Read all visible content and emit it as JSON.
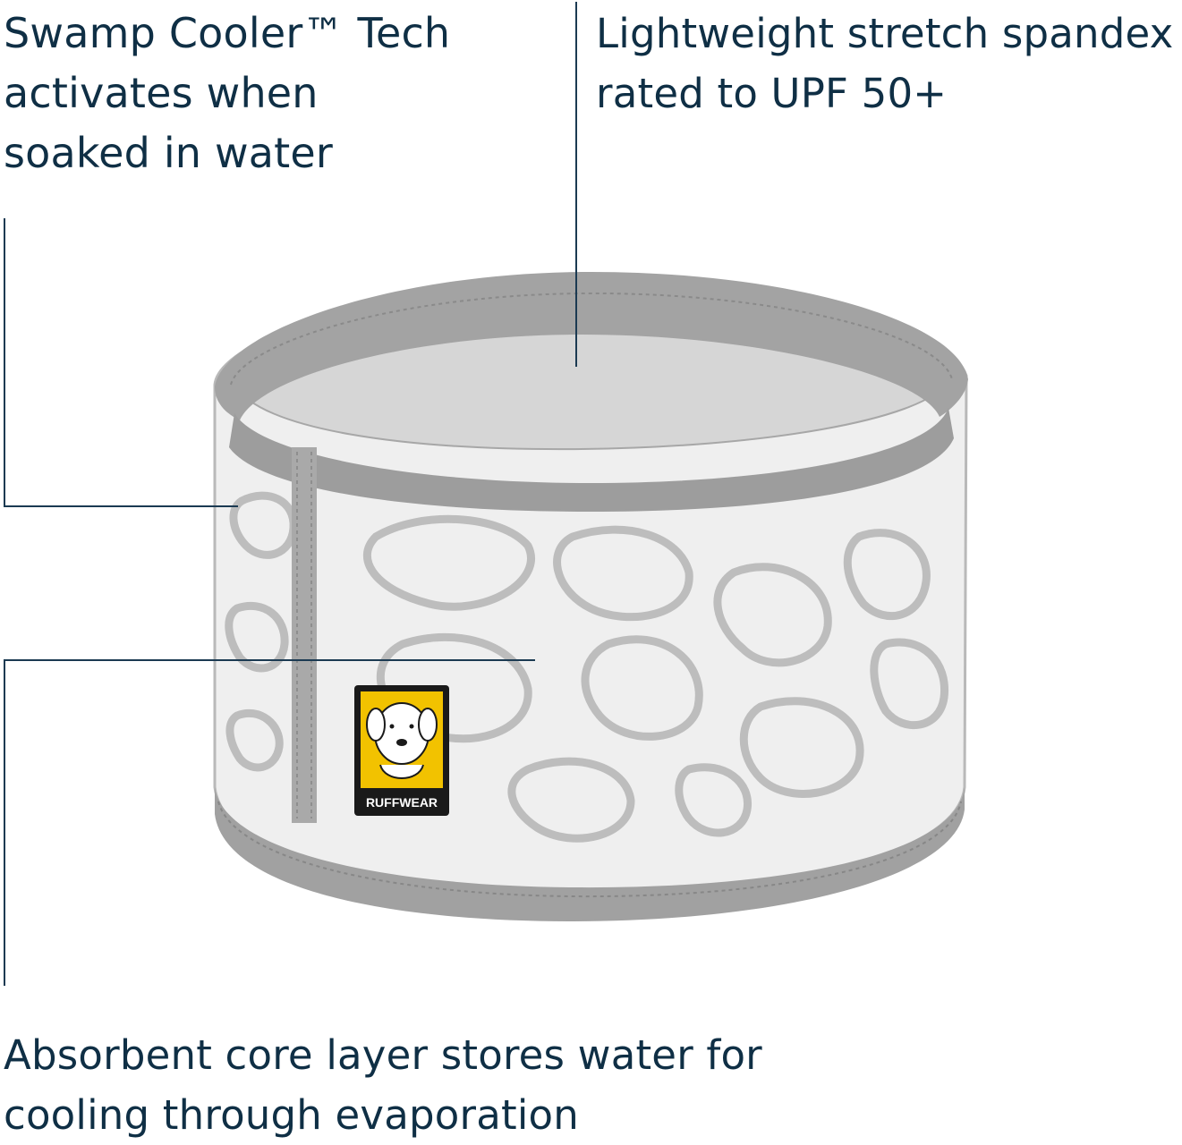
{
  "callouts": {
    "swamp_cooler": {
      "lines": [
        "Swamp Cooler™ Tech",
        "activates when",
        "soaked in water"
      ]
    },
    "spandex": {
      "lines": [
        "Lightweight stretch spandex",
        "rated to UPF 50+"
      ]
    },
    "absorbent_core": {
      "lines": [
        "Absorbent core layer stores water for",
        "cooling through evaporation"
      ]
    }
  },
  "product": {
    "logo_text": "RUFFWEAR",
    "logo_color": "#f2c200",
    "fabric_color": "#eeeeee",
    "binding_color": "#9a9a9a",
    "pattern_color": "#c4c4c4"
  },
  "colors": {
    "text": "#0f2f45",
    "leader_line": "#1b3a52",
    "background": "#ffffff"
  }
}
